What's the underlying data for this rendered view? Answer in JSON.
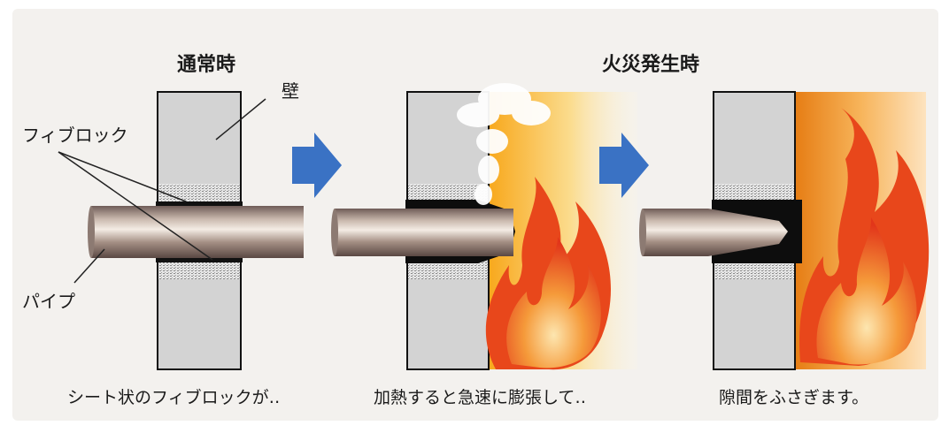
{
  "titles": {
    "normal": "通常時",
    "fire": "火災発生時"
  },
  "labels": {
    "wall": "壁",
    "fiblock": "フィブロック",
    "pipe": "パイプ"
  },
  "captions": [
    "シート状のフィブロックが‥",
    "加熱すると急速に膨張して‥",
    "隙間をふさぎます。"
  ],
  "colors": {
    "background": "#f3f1ee",
    "wall": "#d3d3d3",
    "wall_edge": "#111111",
    "arrow": "#3a72c4",
    "flame_outer": "#e8471b",
    "flame_inner": "#fbb84a",
    "fire_glow": "#f7a21a",
    "expanded_material": "#0d0d0d"
  },
  "icons": {
    "arrow": "right-arrow-icon",
    "flame": "flame-icon",
    "smoke": "smoke-icon"
  }
}
